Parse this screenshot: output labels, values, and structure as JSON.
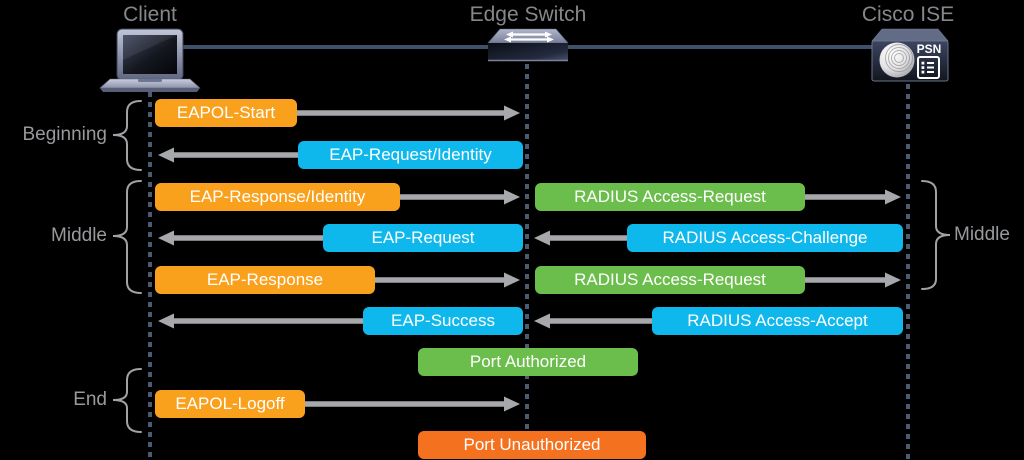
{
  "diagram": {
    "actors": [
      {
        "label": "Client",
        "icon": "laptop-icon"
      },
      {
        "label": "Edge Switch",
        "icon": "switch-icon"
      },
      {
        "label": "Cisco ISE",
        "icon": "ise-psn-icon",
        "badge": "PSN"
      }
    ],
    "phases": [
      {
        "label": "Beginning",
        "side": "left"
      },
      {
        "label": "Middle",
        "side": "left"
      },
      {
        "label": "Middle",
        "side": "right"
      },
      {
        "label": "End",
        "side": "left"
      }
    ],
    "messages": [
      {
        "label": "EAPOL-Start",
        "from": "Client",
        "to": "Edge Switch",
        "color": "#F9A11C"
      },
      {
        "label": "EAP-Request/Identity",
        "from": "Edge Switch",
        "to": "Client",
        "color": "#0FB8EC"
      },
      {
        "label": "EAP-Response/Identity",
        "from": "Client",
        "to": "Edge Switch",
        "color": "#F9A11C"
      },
      {
        "label": "RADIUS Access-Request",
        "from": "Edge Switch",
        "to": "Cisco ISE",
        "color": "#6CBE4C"
      },
      {
        "label": "EAP-Request",
        "from": "Edge Switch",
        "to": "Client",
        "color": "#0FB8EC"
      },
      {
        "label": "RADIUS Access-Challenge",
        "from": "Cisco ISE",
        "to": "Edge Switch",
        "color": "#0FB8EC"
      },
      {
        "label": "EAP-Response",
        "from": "Client",
        "to": "Edge Switch",
        "color": "#F9A11C"
      },
      {
        "label": "RADIUS Access-Request",
        "from": "Edge Switch",
        "to": "Cisco ISE",
        "color": "#6CBE4C"
      },
      {
        "label": "EAP-Success",
        "from": "Edge Switch",
        "to": "Client",
        "color": "#0FB8EC"
      },
      {
        "label": "RADIUS Access-Accept",
        "from": "Cisco ISE",
        "to": "Edge Switch",
        "color": "#0FB8EC"
      },
      {
        "label": "Port Authorized",
        "at": "Edge Switch",
        "type": "status",
        "color": "#6CBE4C"
      },
      {
        "label": "EAPOL-Logoff",
        "from": "Client",
        "to": "Edge Switch",
        "color": "#F9A11C"
      },
      {
        "label": "Port Unauthorized",
        "at": "Edge Switch",
        "type": "status",
        "color": "#F4711F"
      }
    ],
    "palette": {
      "amber": "#F9A11C",
      "cyan": "#0FB8EC",
      "green": "#6CBE4C",
      "dark_orange": "#F4711F",
      "arrow_gray": "#A6A8AB",
      "lifeline_slate": "#4A5B72",
      "backbone": "#40506A",
      "label_gray": "#85878A",
      "background": "#000000"
    }
  }
}
